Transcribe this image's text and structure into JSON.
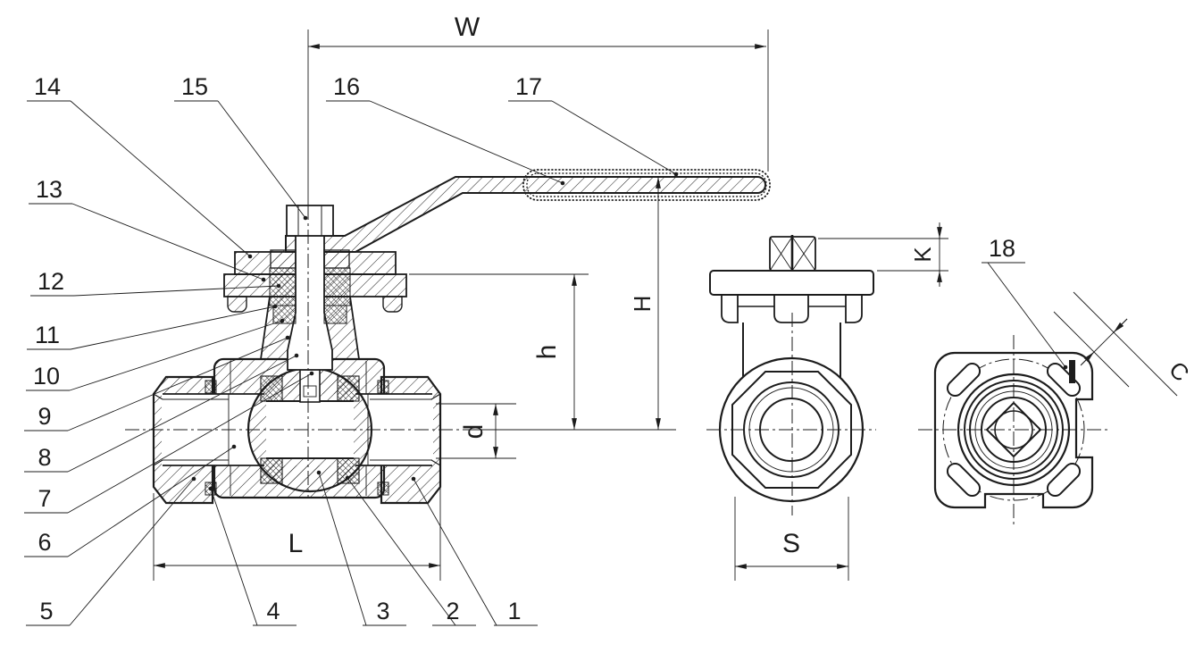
{
  "drawing": {
    "type": "engineering-section-drawing",
    "subject": "ball valve assembly, three orthographic views",
    "dimension_labels": {
      "W": "W",
      "H": "H",
      "h": "h",
      "d": "d",
      "L": "L",
      "S": "S",
      "K": "K",
      "C": "C"
    },
    "part_callouts": {
      "c1": "1",
      "c2": "2",
      "c3": "3",
      "c4": "4",
      "c5": "5",
      "c6": "6",
      "c7": "7",
      "c8": "8",
      "c9": "9",
      "c10": "10",
      "c11": "11",
      "c12": "12",
      "c13": "13",
      "c14": "14",
      "c15": "15",
      "c16": "16",
      "c17": "17",
      "c18": "18"
    },
    "colors": {
      "line": "#1c1c1c",
      "background": "#ffffff"
    }
  }
}
